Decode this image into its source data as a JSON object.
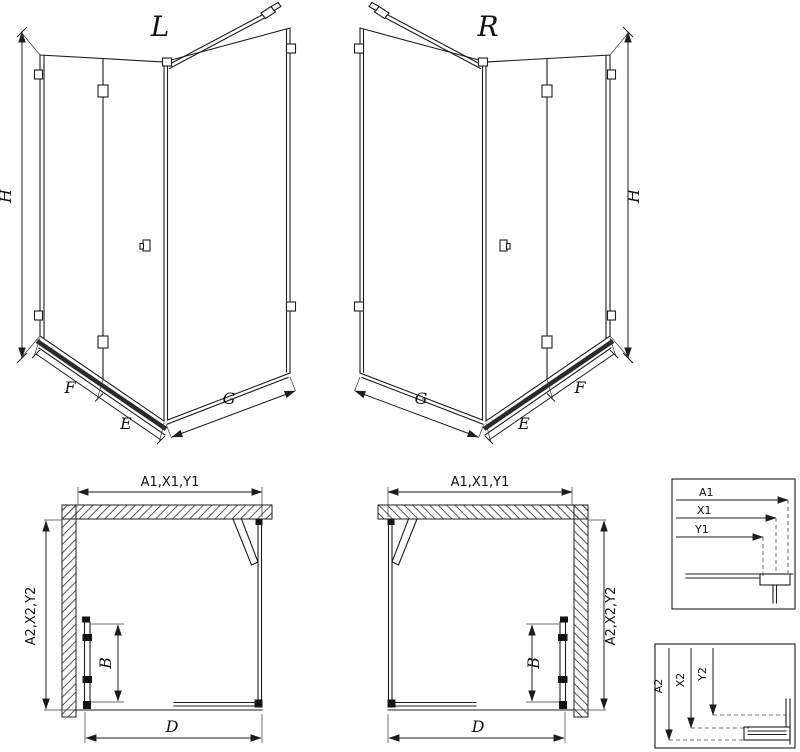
{
  "views": {
    "front_left": {
      "label": "L",
      "dims": {
        "h": "H",
        "f": "F",
        "e": "E",
        "g": "G"
      }
    },
    "front_right": {
      "label": "R",
      "dims": {
        "h": "H",
        "f": "F",
        "e": "E",
        "g": "G"
      }
    },
    "plan_left": {
      "dims": {
        "top": "A1,X1,Y1",
        "side": "A2,X2,Y2",
        "door": "B",
        "width": "D"
      }
    },
    "plan_right": {
      "dims": {
        "top": "A1,X1,Y1",
        "side": "A2,X2,Y2",
        "door": "B",
        "width": "D"
      }
    },
    "detail_horizontal": {
      "labels": [
        "A1",
        "X1",
        "Y1"
      ]
    },
    "detail_vertical": {
      "labels": [
        "A2",
        "X2",
        "Y2"
      ]
    }
  },
  "colors": {
    "ink": "#1d1d1d",
    "background": "#ffffff"
  }
}
